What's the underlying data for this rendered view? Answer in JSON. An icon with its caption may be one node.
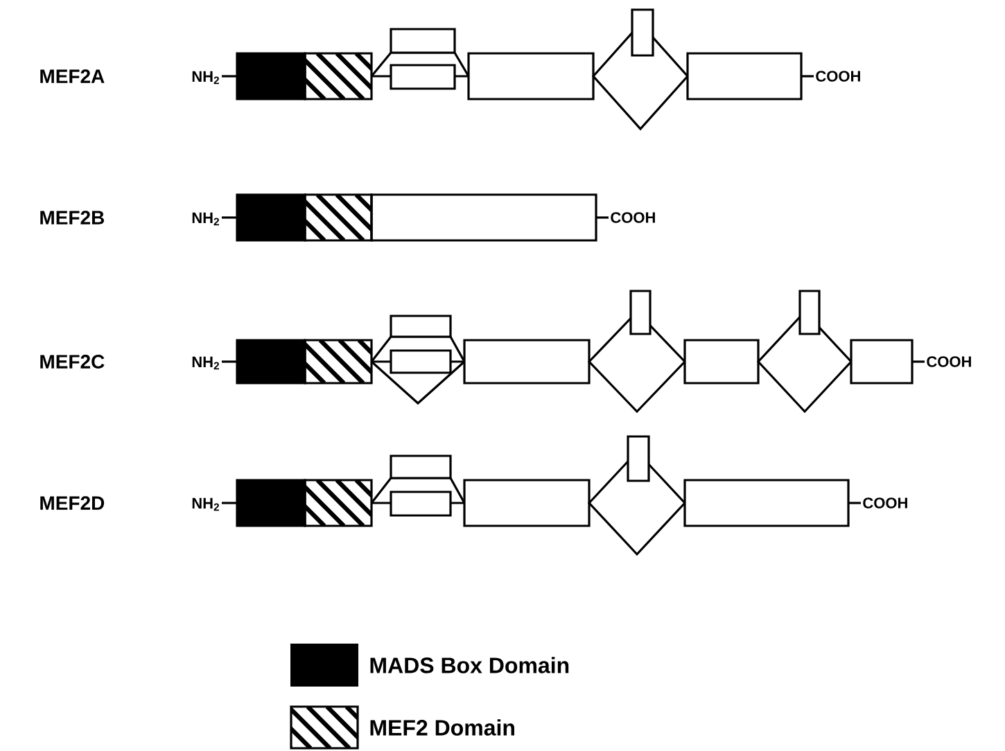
{
  "diagram": {
    "labels": [
      "MEF2A",
      "NH$_{2}$",
      "COOH",
      "MEF2B",
      "NH$_{2}$",
      "COOH",
      "MEF2C",
      "NH$_{2}$",
      "COOH",
      "MEF2D",
      "NH$_{2}$",
      "COOH"
    ],
    "legend": [
      {
        "text": "MADS Box Domain",
        "color": "#000000"
      },
      {
        "text": "MEF2 Domain"
      }
    ]
  }
}
